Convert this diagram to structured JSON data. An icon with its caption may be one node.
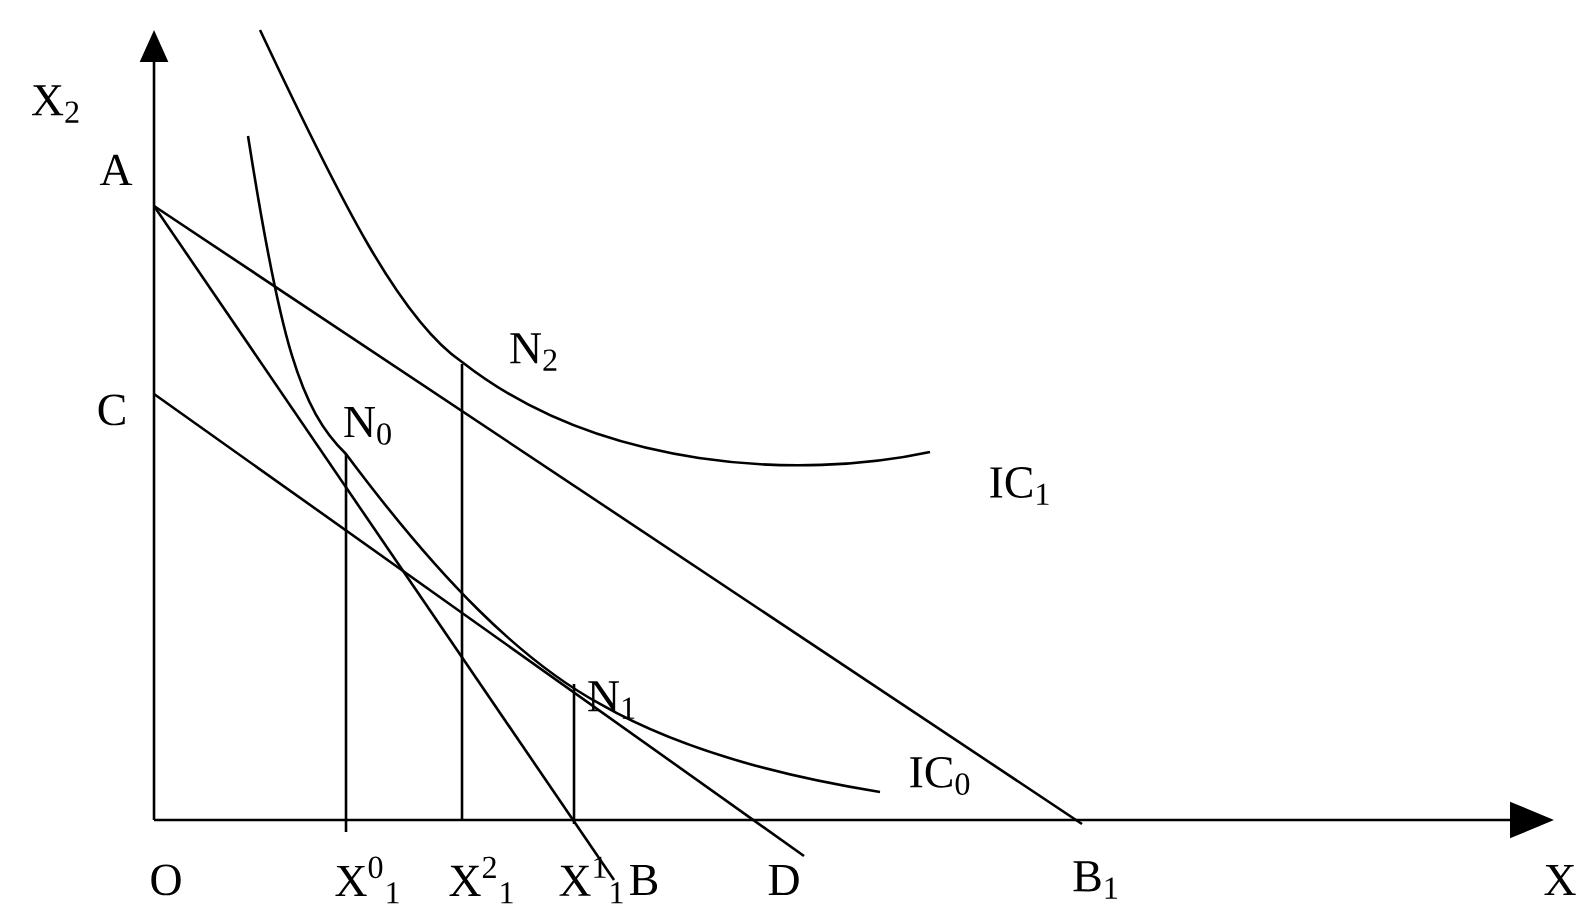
{
  "diagram": {
    "labels": [
      "X$_{2}$",
      "A",
      "C",
      "N$_{2}$",
      "N$_{0}$",
      "IC$_{1}$",
      "N$_{1}$",
      "IC$_{0}$",
      "O",
      "X$^{0}$$_{1}$",
      "X$^{2}$$_{1}$",
      "X$^{1}$$_{1}$",
      "B",
      "D",
      "B$_{1}$",
      "X"
    ]
  }
}
